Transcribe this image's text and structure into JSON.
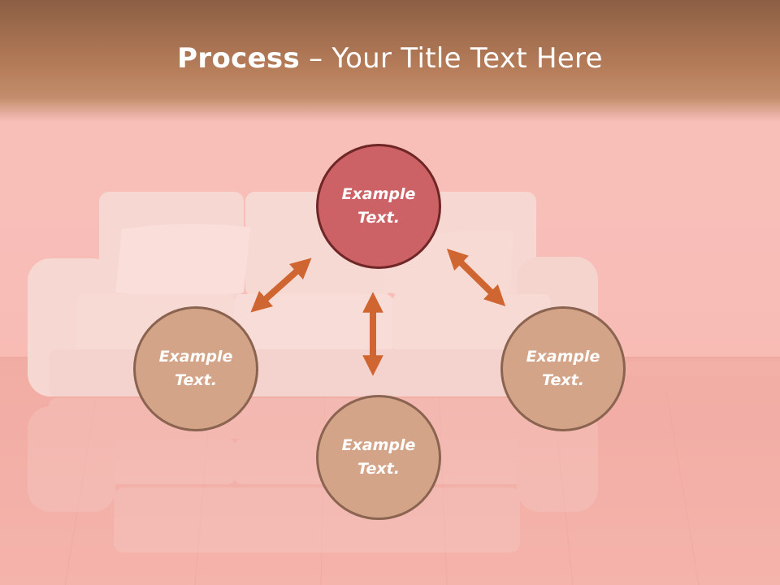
{
  "slide": {
    "title_bold": "Process",
    "title_rest": " – Your Title Text Here"
  },
  "diagram": {
    "top_node": "Example\nText.",
    "left_node": "Example\nText.",
    "right_node": "Example\nText.",
    "bottom_node": "Example\nText."
  },
  "colors": {
    "top_node_fill": "#cc6265",
    "side_node_fill": "#d4a488",
    "arrow": "#cf6530",
    "title_band": "#b57c59",
    "background": "#f6bab4"
  }
}
